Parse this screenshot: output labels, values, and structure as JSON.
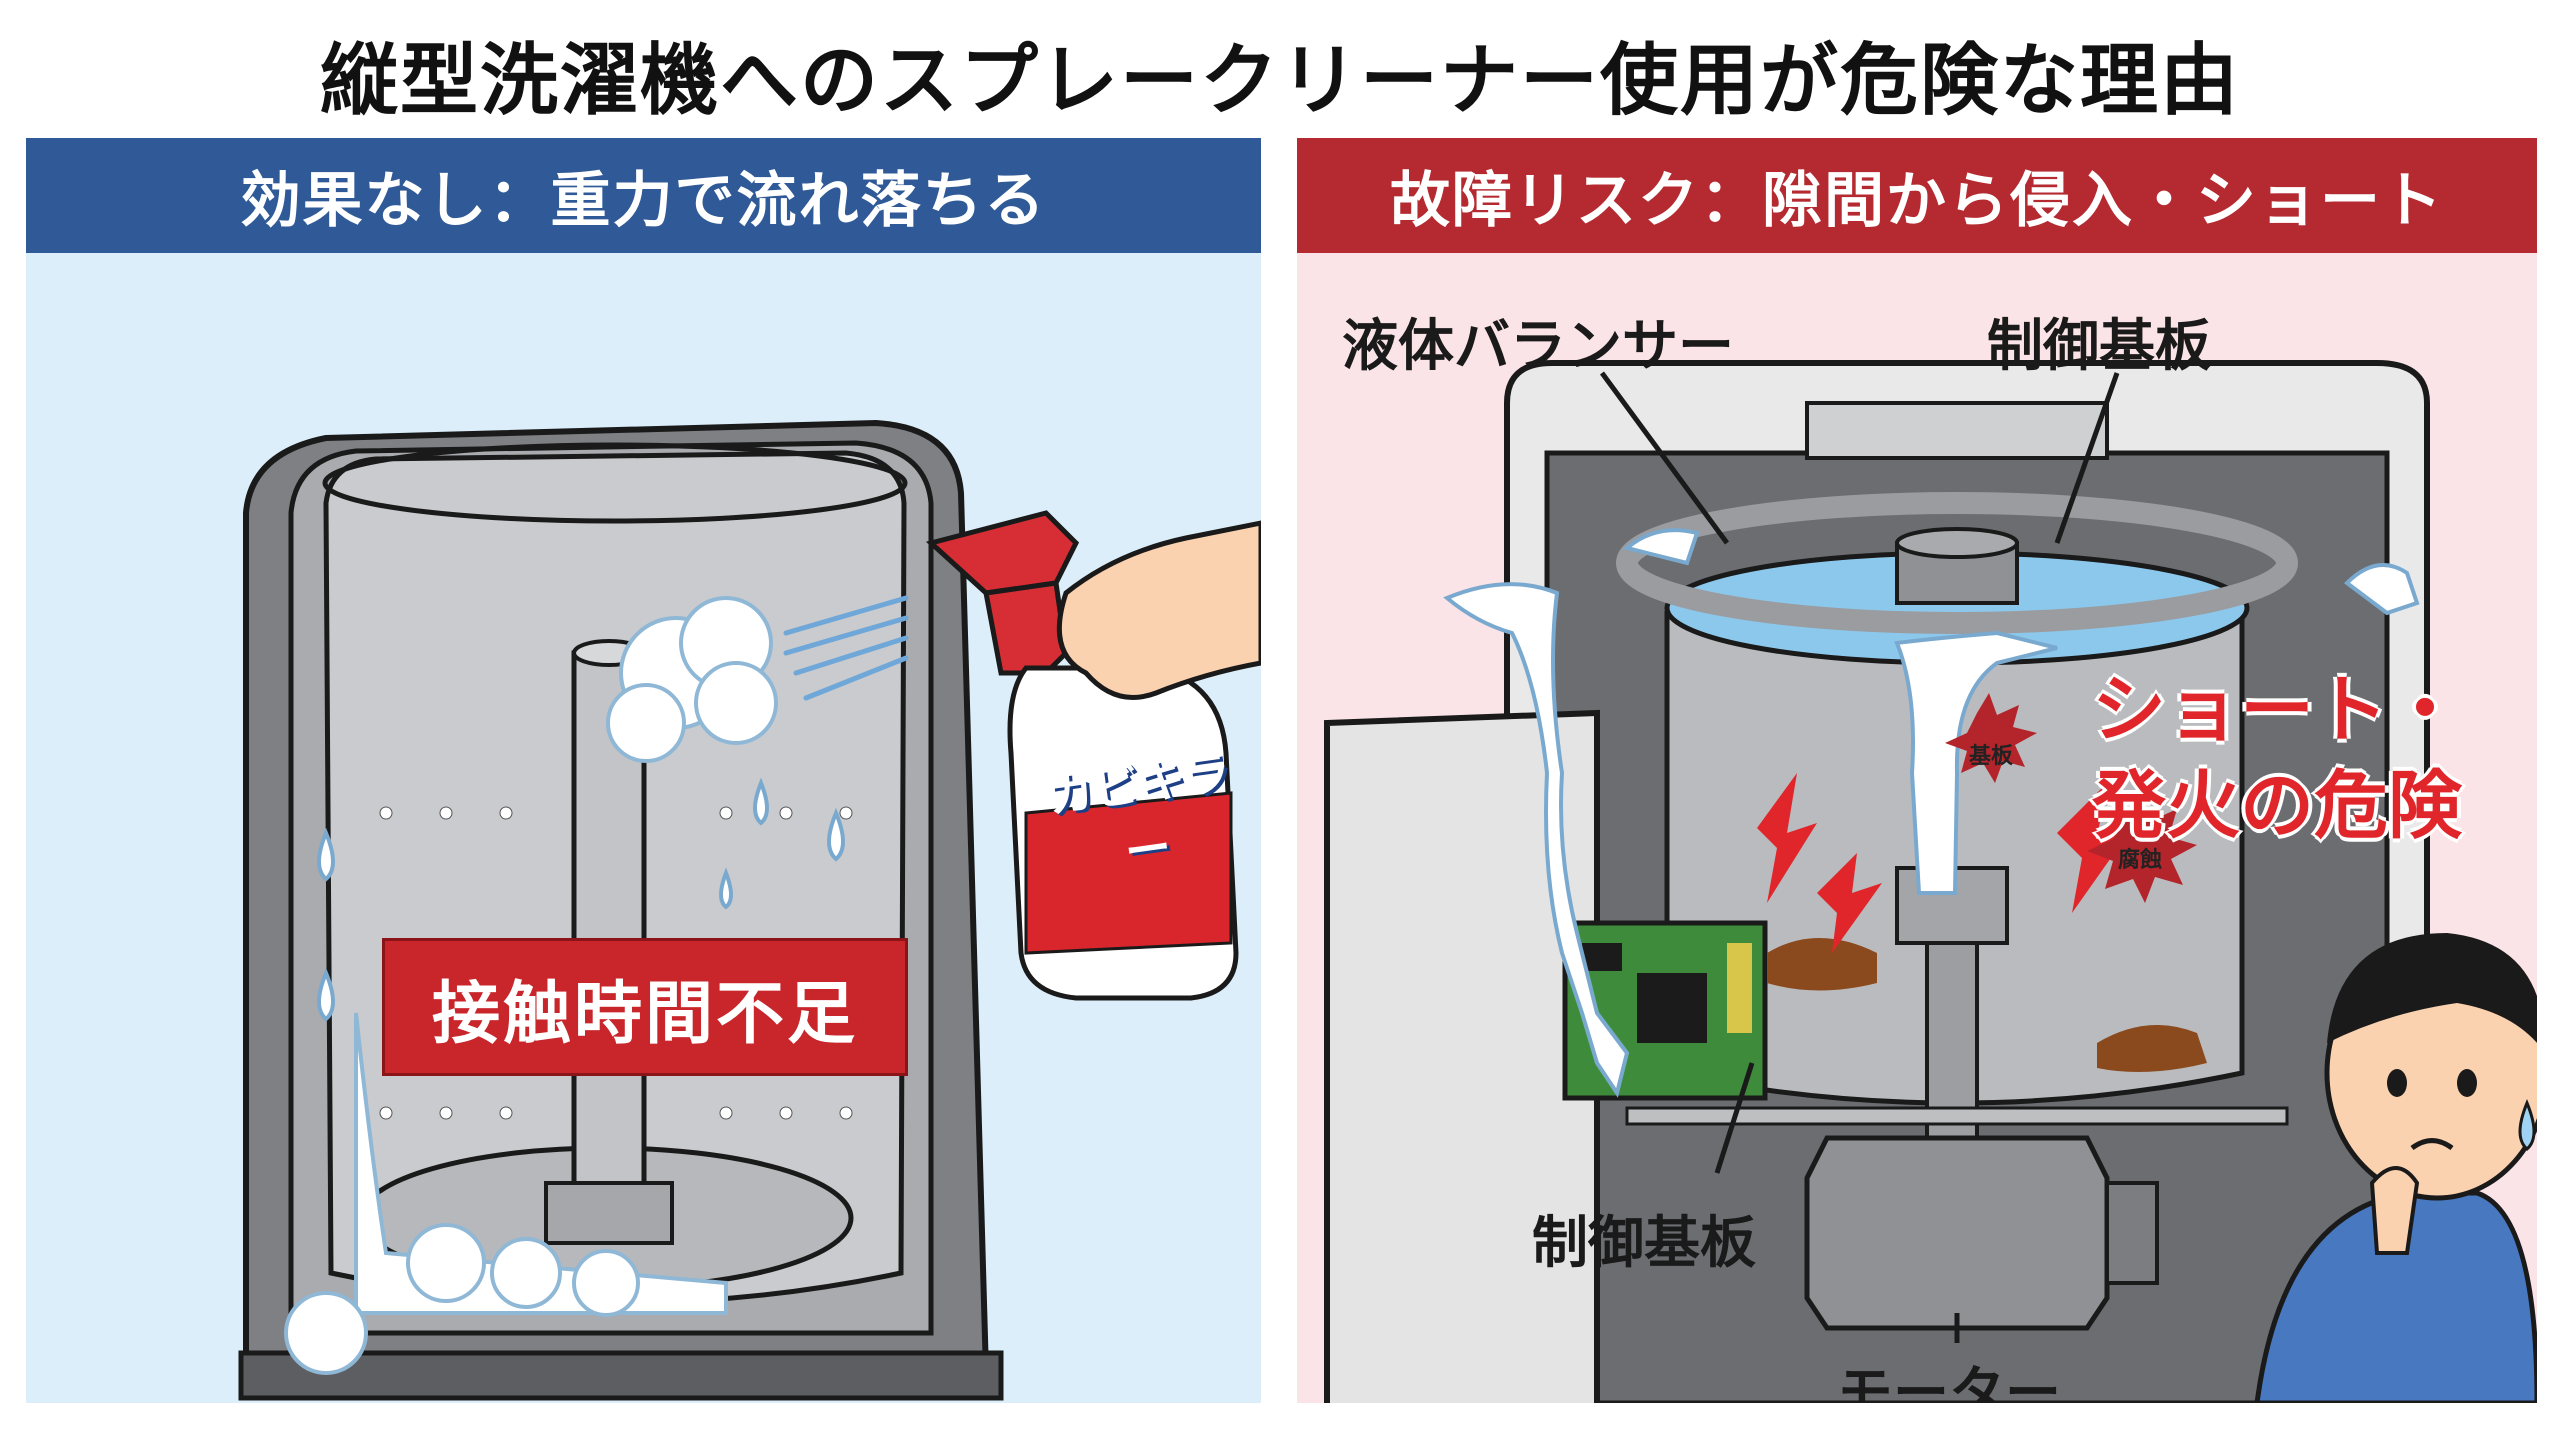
{
  "title": "縦型洗濯機へのスプレークリーナー使用が危険な理由",
  "left_panel": {
    "header": "効果なし：重力で流れ落ちる",
    "banner": "接触時間不足",
    "bottle_label": "カビキラー"
  },
  "right_panel": {
    "header": "故障リスク：隙間から侵入・ショート",
    "labels": {
      "balancer": "液体バランサー",
      "board_top": "制御基板",
      "board_bottom": "制御基板",
      "motor": "モーター",
      "board_star": "基板",
      "rust_star": "腐蝕"
    },
    "danger_lines": [
      "ショート・",
      "発火の危険"
    ]
  },
  "colors": {
    "left_header": "#2f5a97",
    "right_header": "#b52a30",
    "left_bg": "#dbeefa",
    "right_bg": "#fbe4e7",
    "danger_red": "#e0262a"
  }
}
